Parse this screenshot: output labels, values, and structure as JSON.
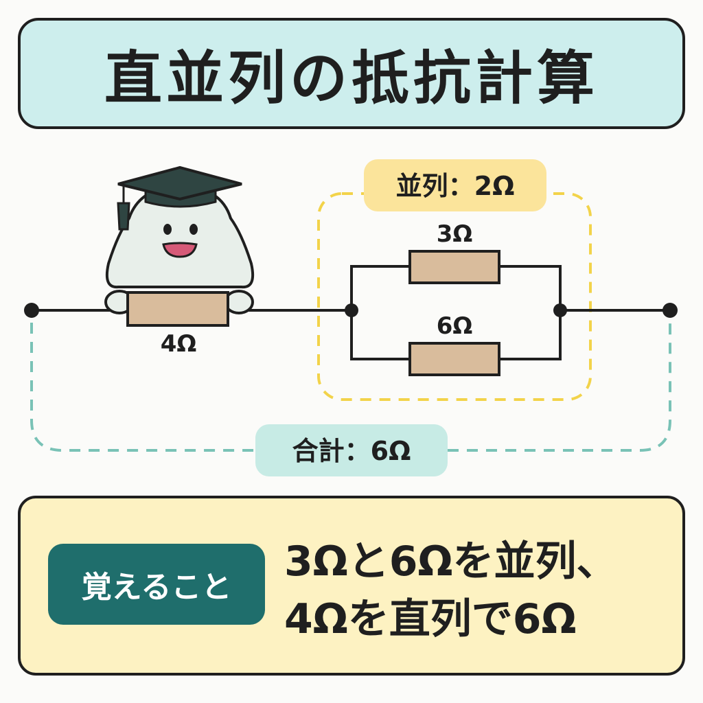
{
  "header": {
    "title": "直並列の抵抗計算"
  },
  "circuit": {
    "series_resistor_label": "4Ω",
    "parallel_top_label": "3Ω",
    "parallel_bottom_label": "6Ω",
    "parallel_group_label": "並列：2Ω",
    "total_label": "合計：6Ω"
  },
  "colors": {
    "title_bg": "#cdeeed",
    "resistor_fill": "#d9bc9c",
    "parallel_group_accent": "#f2d34a",
    "total_loop_accent": "#79c2b6",
    "memo_bg": "#fdf2c2",
    "badge_bg": "#1f6e6c"
  },
  "icons": {
    "mascot": "graduate-ghost-icon"
  },
  "memo": {
    "badge": "覚えること",
    "line1": "3Ωと6Ωを並列、",
    "line2": "4Ωを直列で6Ω"
  }
}
